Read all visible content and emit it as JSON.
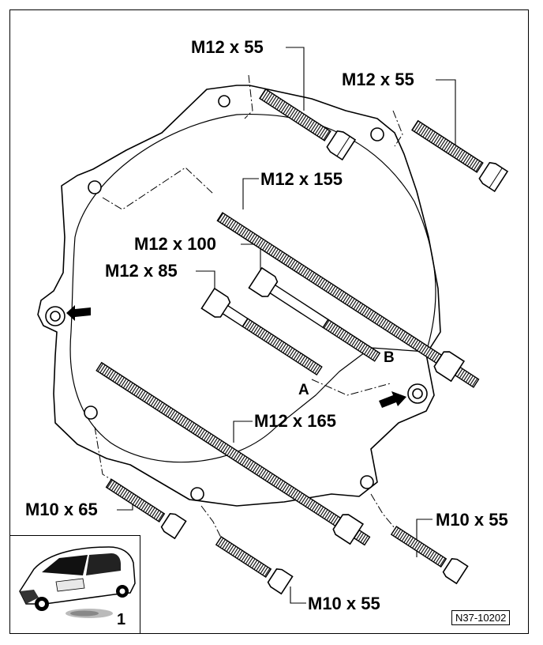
{
  "labels": {
    "bolt_top_left": "M12 x 55",
    "bolt_top_right": "M12 x 55",
    "bolt_long_155": "M12 x 155",
    "bolt_100": "M12 x 100",
    "bolt_85": "M12 x 85",
    "bolt_long_165": "M12 x 165",
    "bolt_m10_65": "M10 x 65",
    "bolt_m10_55_right": "M10 x 55",
    "bolt_m10_55_bottom": "M10 x 55"
  },
  "refs": {
    "a": "A",
    "b": "B"
  },
  "inset": {
    "number": "1"
  },
  "figure_id": "N37-10202"
}
